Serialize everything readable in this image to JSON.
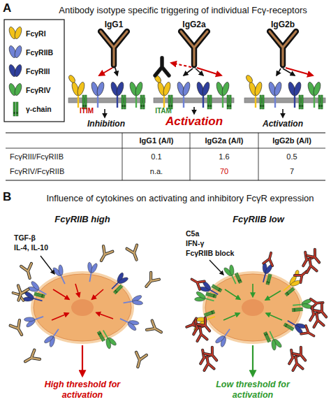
{
  "diagram": {
    "nodes": [
      {
        "text": [
          "FcγRIIB high"
        ]
      },
      {
        "text": [
          "FcγRIIB low"
        ]
      }
    ],
    "labels": [
      "A",
      "Antibody isotype specific triggering of individual Fcγ-receptors",
      "IgG1",
      "IgG2a",
      "IgG2b",
      "ITIM",
      "ITAM",
      "Inhibition",
      "Activation",
      "Activation",
      "IgG1 (A/I)",
      "IgG2a (A/I)",
      "IgG2b (A/I)",
      "FcγRIII/FcγRIIB",
      "0.1",
      "1.6",
      "0.5",
      "FcγRIV/FcγRIIB",
      "n.a.",
      "70",
      "7",
      "B",
      "Influence of cytokines on activating and inhibitory FcγR expression",
      "TGF-β",
      "IL-4, IL-10",
      "High threshold for activation",
      "C5a",
      "IFN-γ",
      "FcγRIIB block",
      "Low threshold for activation"
    ],
    "legend": [
      {
        "text": "FcγRI",
        "color": "#f2c21a"
      },
      {
        "text": "FcγRIIB",
        "color": "#6f82d6"
      },
      {
        "text": "FcγRIII",
        "color": "#2f3f9c"
      },
      {
        "text": "FcγRIV",
        "color": "#4cae4c"
      },
      {
        "text": "γ-chain"
      }
    ]
  }
}
